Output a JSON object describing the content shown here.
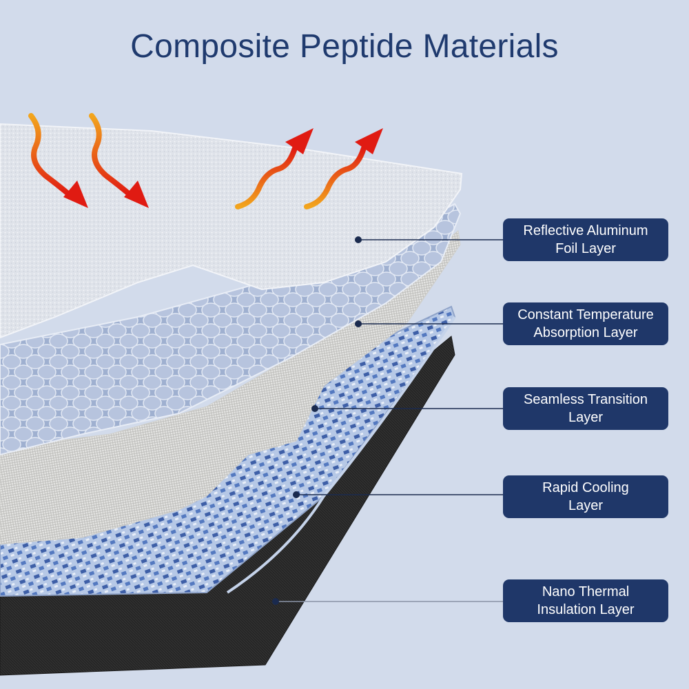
{
  "title": "Composite Peptide Materials",
  "layers": [
    {
      "line1": "Reflective Aluminum",
      "line2": "Foil Layer"
    },
    {
      "line1": "Constant Temperature",
      "line2": "Absorption Layer"
    },
    {
      "line1": "Seamless Transition",
      "line2": "Layer"
    },
    {
      "line1": "Rapid Cooling",
      "line2": "Layer"
    },
    {
      "line1": "Nano Thermal",
      "line2": "Insulation Layer"
    }
  ],
  "colors": {
    "background": "#d2dbeb",
    "title": "#1f3a6e",
    "label_box": "#1f3769",
    "arrow_start": "#f2a51d",
    "arrow_end": "#e01b12"
  },
  "arrows": {
    "incoming": 2,
    "outgoing": 2
  }
}
